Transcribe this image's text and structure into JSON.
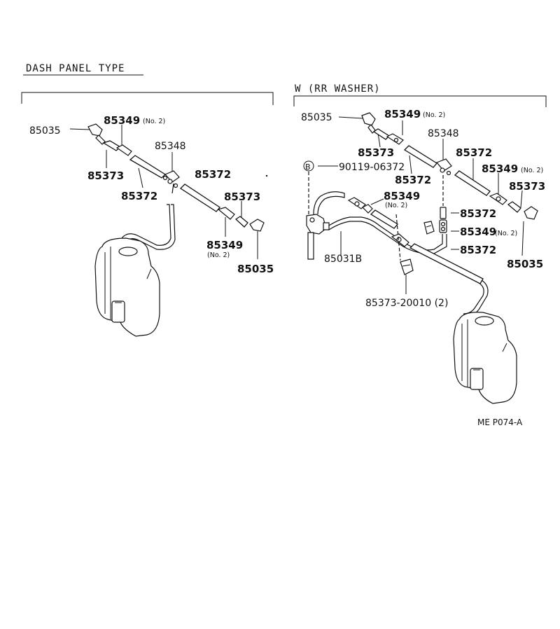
{
  "sections": {
    "left": {
      "title": "DASH PANEL TYPE"
    },
    "right": {
      "title": "W (RR WASHER)"
    }
  },
  "labels": {
    "L_85035_a": "85035",
    "L_85349_a": "85349",
    "L_85349_a_sub": "(No. 2)",
    "L_85373_a": "85373",
    "L_85372_a": "85372",
    "L_85348": "85348",
    "L_85372_b": "85372",
    "L_85373_b": "85373",
    "L_85349_b": "85349",
    "L_85349_b_sub": "(No. 2)",
    "L_85035_b": "85035",
    "R_85035_a": "85035",
    "R_85349_a": "85349",
    "R_85349_a_sub": "(No. 2)",
    "R_85348": "85348",
    "R_85373_a": "85373",
    "R_85372_a": "85372",
    "R_85372_b": "85372",
    "R_85349_b": "85349",
    "R_85349_b_sub": "(No. 2)",
    "R_85373_b": "85373",
    "R_badge": "B",
    "R_bolt": "90119-06372",
    "R_85349_c": "85349",
    "R_85349_c_sub": "(No. 2)",
    "R_85372_c": "85372",
    "R_85349_d": "85349",
    "R_85349_d_sub": "(No. 2)",
    "R_85372_d": "85372",
    "R_85031B": "85031B",
    "R_85035_b": "85035",
    "R_85373_c": "85373-20010 (2)"
  },
  "figure_code": "ME P074-A"
}
